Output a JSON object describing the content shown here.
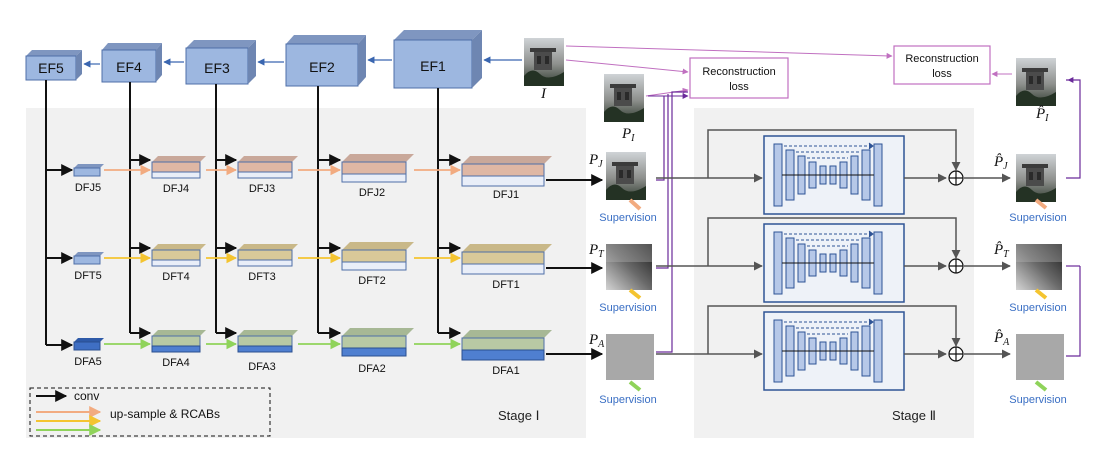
{
  "encoder": [
    "EF5",
    "EF4",
    "EF3",
    "EF2",
    "EF1"
  ],
  "dfj": [
    "DFJ5",
    "DFJ4",
    "DFJ3",
    "DFJ2",
    "DFJ1"
  ],
  "dft": [
    "DFT5",
    "DFT4",
    "DFT3",
    "DFT2",
    "DFT1"
  ],
  "dfa": [
    "DFA5",
    "DFA4",
    "DFA3",
    "DFA2",
    "DFA1"
  ],
  "input_label": "I",
  "stage1": {
    "pi": "P",
    "pi_sub": "I",
    "pj": "P",
    "pj_sub": "J",
    "pt": "P",
    "pt_sub": "T",
    "pa": "P",
    "pa_sub": "A",
    "recon": [
      "Reconstruction",
      "loss"
    ]
  },
  "stage2": {
    "hat_pi": "P̂",
    "hat_pi_sub": "I",
    "hat_pj": "P̂",
    "hat_pj_sub": "J",
    "hat_pt": "P̂",
    "hat_pt_sub": "T",
    "hat_pa": "P̂",
    "hat_pa_sub": "A",
    "recon": [
      "Reconstruction",
      "loss"
    ]
  },
  "supervision": "Supervision",
  "stage1_label": "Stage Ⅰ",
  "stage2_label": "Stage Ⅱ",
  "legend": {
    "conv": "conv",
    "upsample": "up-sample & RCABs"
  },
  "colors": {
    "ef_front": "#9db7e0",
    "ef_top": "#7f96c0",
    "j_arrow": "#f2ab80",
    "t_arrow": "#f4c430",
    "a_arrow": "#8fd35a",
    "recon": "#c070c0",
    "purple": "#6a2a9a",
    "unet": "#2f5496",
    "supervision": "#3a6fc4"
  }
}
